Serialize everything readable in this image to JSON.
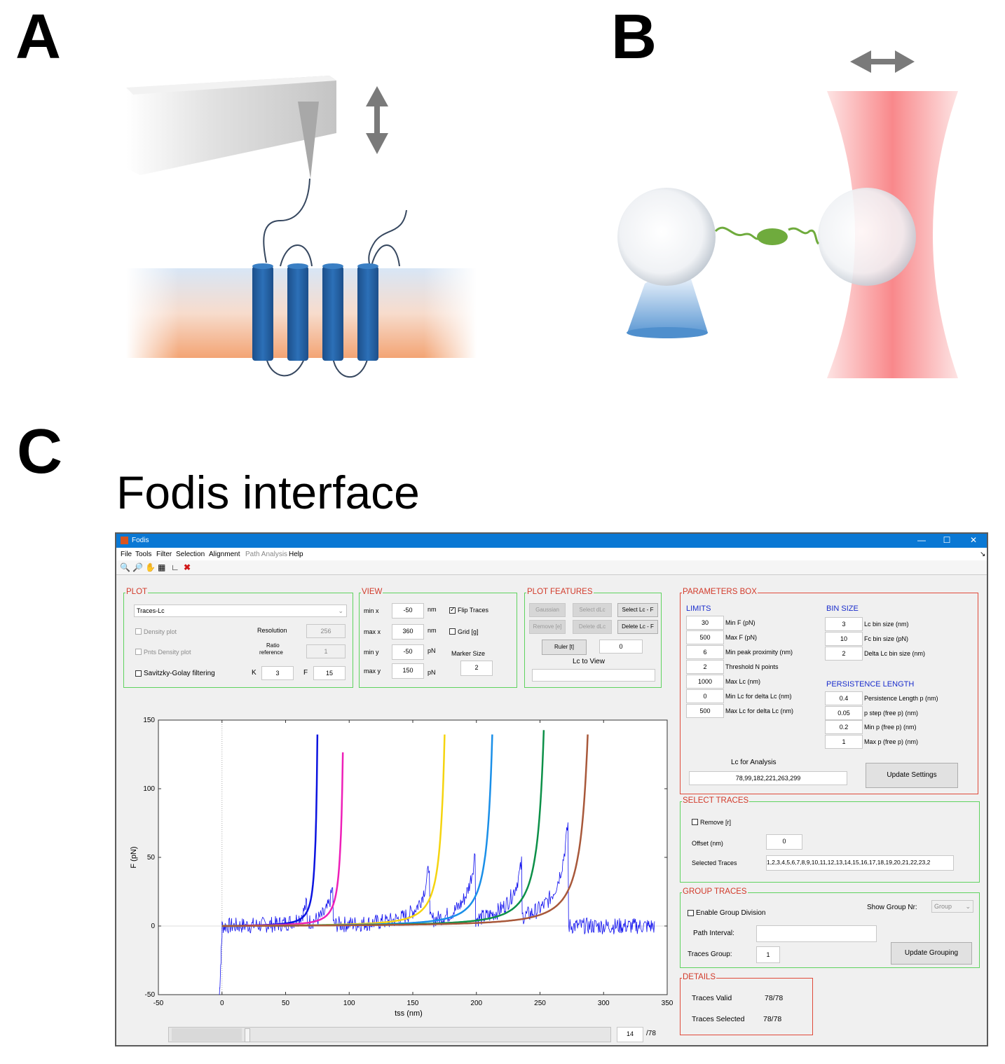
{
  "panels": {
    "a": "A",
    "b": "B",
    "c": "C"
  },
  "figure_title": "Fodis interface",
  "window": {
    "title": "Fodis",
    "minimize": "—",
    "maximize": "☐",
    "close": "✕"
  },
  "menu": [
    "File",
    "Tools",
    "Filter",
    "Selection",
    "Alignment",
    "Path Analysis",
    "Help"
  ],
  "toolbar_icons": [
    "zoom-in-icon",
    "zoom-out-icon",
    "pan-hand-icon",
    "data-cursor-icon",
    "brush-icon",
    "delete-red-x-icon"
  ],
  "plot": {
    "title": "PLOT",
    "dropdown": "Traces-Lc",
    "density": "Density plot",
    "resolution_label": "Resolution",
    "resolution": "256",
    "pnts_density": "Pnts Density plot",
    "ratio_label": "Ratio",
    "ratio_label2": "reference",
    "ratio": "1",
    "savgol": "Savitzky-Golay filtering",
    "k_label": "K",
    "k": "3",
    "f_label": "F",
    "f": "15"
  },
  "view": {
    "title": "VIEW",
    "min_x_label": "min x",
    "min_x": "-50",
    "max_x_label": "max x",
    "max_x": "360",
    "min_y_label": "min y",
    "min_y": "-50",
    "max_y_label": "max y",
    "max_y": "150",
    "unit_nm": "nm",
    "unit_pn": "pN",
    "flip": "Flip Traces",
    "grid": "Grid [g]",
    "marker_label": "Marker Size",
    "marker": "2"
  },
  "features": {
    "title": "PLOT FEATURES",
    "gaussian": "Gaussian",
    "select_dlc": "Select  dLc",
    "select_lcf": "Select Lc - F",
    "remove": "Remove [e]",
    "delete_dlc": "Delete  dLc",
    "delete_lcf": "Delete Lc - F",
    "ruler": "Ruler [t]",
    "ruler_val": "0",
    "lc_view_label": "Lc to View",
    "lc_view": ""
  },
  "params": {
    "title": "PARAMETERS BOX",
    "limits": "LIMITS",
    "limit_rows": [
      {
        "v": "30",
        "l": "Min F (pN)"
      },
      {
        "v": "500",
        "l": "Max F (pN)"
      },
      {
        "v": "6",
        "l": "Min peak proximity (nm)"
      },
      {
        "v": "2",
        "l": "Threshold N points"
      },
      {
        "v": "1000",
        "l": "Max Lc (nm)"
      },
      {
        "v": "0",
        "l": "Min Lc for delta Lc (nm)"
      },
      {
        "v": "500",
        "l": "Max Lc for delta Lc (nm)"
      }
    ],
    "bin": "BIN SIZE",
    "bin_rows": [
      {
        "v": "3",
        "l": "Lc bin size (nm)"
      },
      {
        "v": "10",
        "l": "Fc bin size (pN)"
      },
      {
        "v": "2",
        "l": "Delta Lc bin size (nm)"
      }
    ],
    "persistence": "PERSISTENCE LENGTH",
    "pers_rows": [
      {
        "v": "0.4",
        "l": "Persistence Length p (nm)"
      },
      {
        "v": "0.05",
        "l": "p step (free p) (nm)"
      },
      {
        "v": "0.2",
        "l": "Min p (free p) (nm)"
      },
      {
        "v": "1",
        "l": "Max p (free p) (nm)"
      }
    ],
    "lc_analysis_label": "Lc for Analysis",
    "lc_analysis": "78,99,182,221,263,299",
    "update": "Update Settings"
  },
  "select": {
    "title": "SELECT TRACES",
    "remove": "Remove [r]",
    "offset_label": "Offset (nm)",
    "offset": "0",
    "selected_label": "Selected Traces",
    "selected": "1,2,3,4,5,6,7,8,9,10,11,12,13,14,15,16,17,18,19,20,21,22,23,2"
  },
  "group": {
    "title": "GROUP TRACES",
    "enable": "Enable Group Division",
    "show_label": "Show Group Nr:",
    "show": "Group",
    "path_label": "Path Interval:",
    "path": "",
    "traces_label": "Traces Group:",
    "traces": "1",
    "update": "Update Grouping"
  },
  "details": {
    "title": "DETAILS",
    "valid_label": "Traces Valid",
    "valid": "78/78",
    "sel_label": "Traces Selected",
    "sel": "78/78"
  },
  "slider": {
    "value": "14",
    "total": "/78"
  },
  "chart_data": {
    "type": "line",
    "xlabel": "tss (nm)",
    "ylabel": "F (pN)",
    "xlim": [
      -50,
      350
    ],
    "ylim": [
      -50,
      150
    ],
    "xticks": [
      -50,
      0,
      50,
      100,
      150,
      200,
      250,
      300,
      350
    ],
    "yticks": [
      -50,
      0,
      50,
      100,
      150
    ],
    "wlc_fits": [
      {
        "lc": 78,
        "color": "#0b13e0"
      },
      {
        "lc": 99,
        "color": "#ee1fb8"
      },
      {
        "lc": 182,
        "color": "#f5d40f"
      },
      {
        "lc": 221,
        "color": "#1a8fe8"
      },
      {
        "lc": 263,
        "color": "#0c9048"
      },
      {
        "lc": 299,
        "color": "#a8583a"
      }
    ],
    "persistence_nm": 0.4,
    "trace_color": "#1010ee"
  }
}
